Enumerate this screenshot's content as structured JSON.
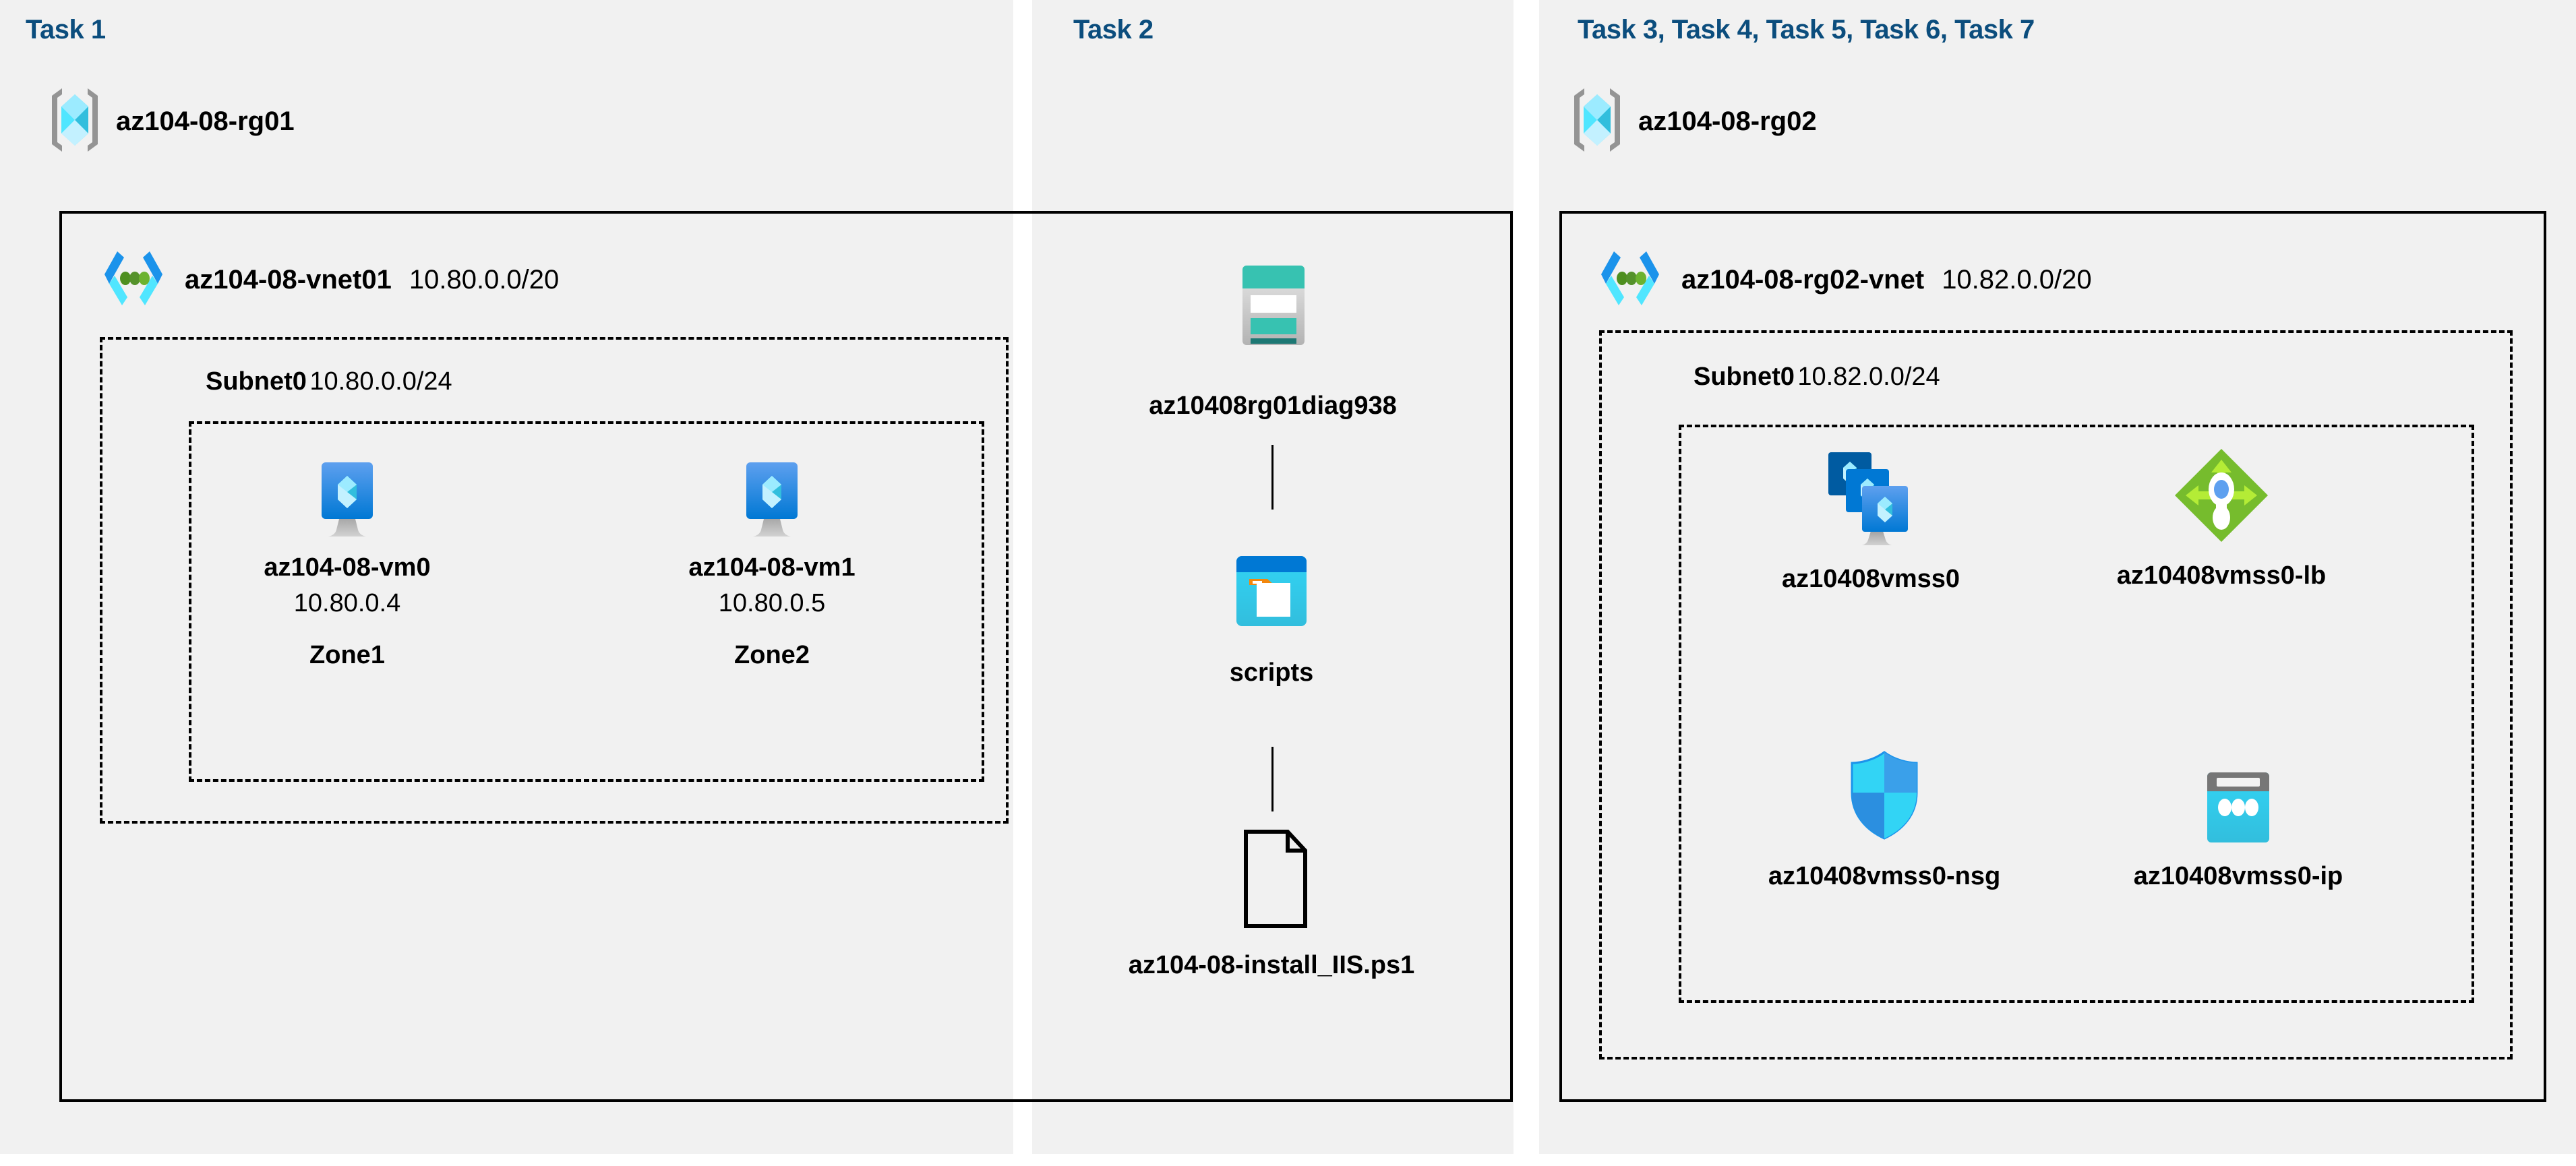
{
  "diagram": {
    "background": "#f1f1f1",
    "title_color": "#0b4d7d"
  },
  "panels": [
    {
      "title": "Task 1",
      "resource_group": "az104-08-rg01",
      "rg_icon": "resource-group-icon",
      "vnet": {
        "name": "az104-08-vnet01",
        "cidr": "10.80.0.0/20",
        "icon": "virtual-network-icon"
      },
      "subnet": {
        "name": "Subnet0",
        "cidr": "10.80.0.0/24"
      },
      "vms": [
        {
          "icon": "virtual-machine-icon",
          "name": "az104-08-vm0",
          "ip": "10.80.0.4",
          "zone": "Zone1"
        },
        {
          "icon": "virtual-machine-icon",
          "name": "az104-08-vm1",
          "ip": "10.80.0.5",
          "zone": "Zone2"
        }
      ]
    },
    {
      "title": "Task 2",
      "items": [
        {
          "icon": "storage-account-icon",
          "name": "az10408rg01diag938"
        },
        {
          "icon": "blob-container-icon",
          "name": "scripts"
        },
        {
          "icon": "file-icon",
          "name": "az104-08-install_IIS.ps1"
        }
      ]
    },
    {
      "title": "Task 3, Task 4, Task 5, Task 6, Task 7",
      "resource_group": "az104-08-rg02",
      "rg_icon": "resource-group-icon",
      "vnet": {
        "name": "az104-08-rg02-vnet",
        "cidr": "10.82.0.0/20",
        "icon": "virtual-network-icon"
      },
      "subnet": {
        "name": "Subnet0",
        "cidr": "10.82.0.0/24"
      },
      "resources": [
        {
          "icon": "vm-scale-set-icon",
          "name": "az10408vmss0"
        },
        {
          "icon": "load-balancer-icon",
          "name": "az10408vmss0-lb"
        },
        {
          "icon": "network-security-group-icon",
          "name": "az10408vmss0-nsg"
        },
        {
          "icon": "public-ip-address-icon",
          "name": "az10408vmss0-ip"
        }
      ]
    }
  ]
}
